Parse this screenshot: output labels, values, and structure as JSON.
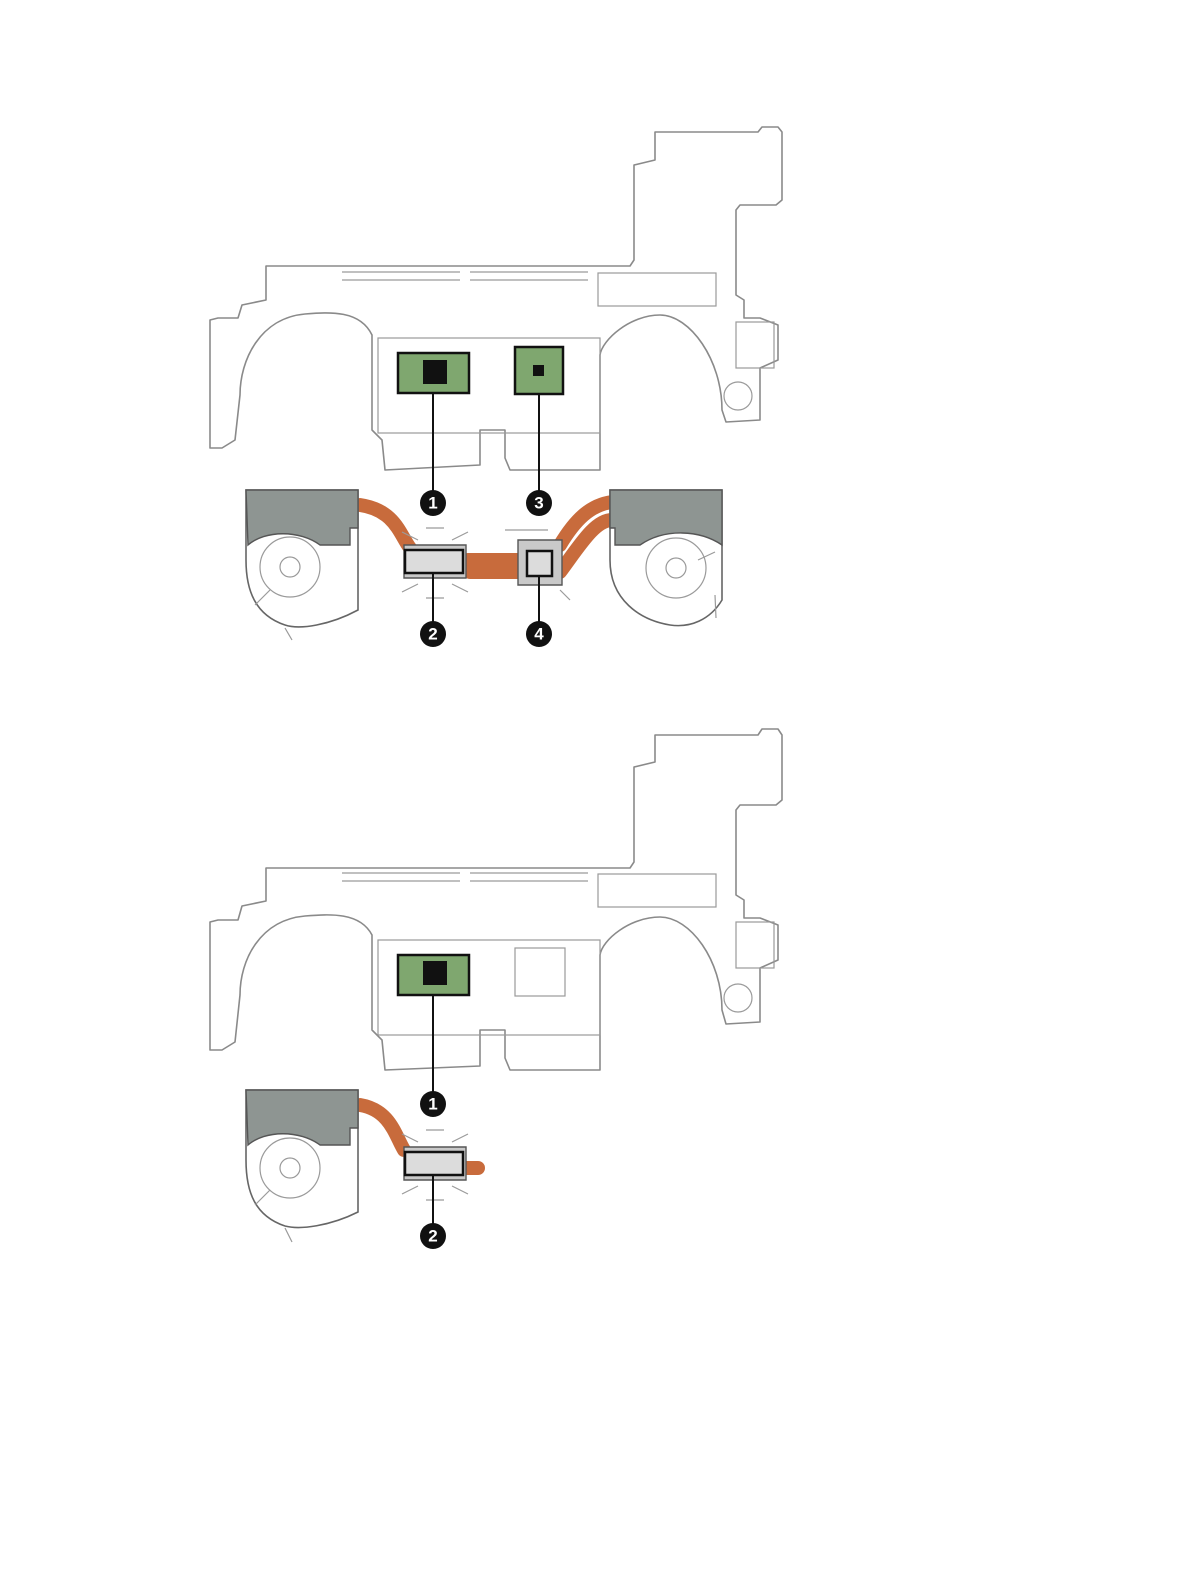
{
  "figure_top": {
    "callouts": [
      "1",
      "2",
      "3",
      "4"
    ]
  },
  "figure_bottom": {
    "callouts": [
      "1",
      "2"
    ]
  }
}
